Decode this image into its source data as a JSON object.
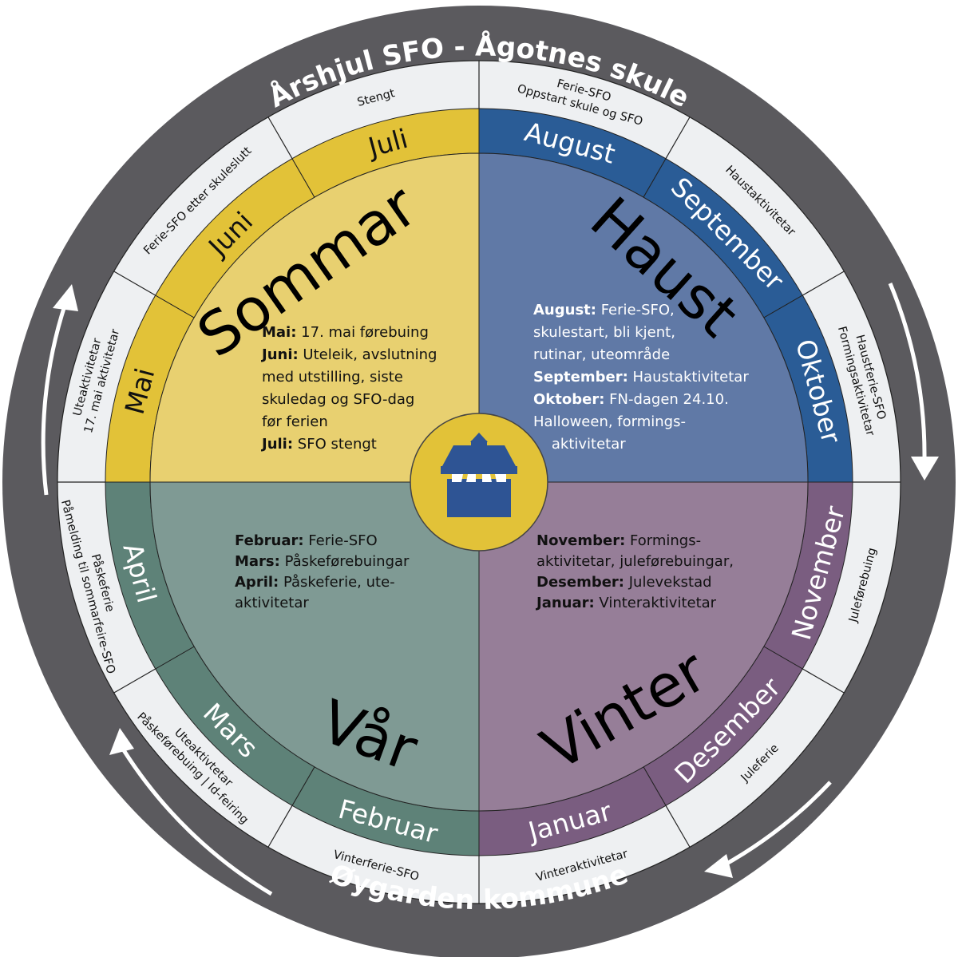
{
  "title": "Årshjul SFO - Ågotnes skule",
  "footer": "Øygarden kommune",
  "colors": {
    "ring_outer": "#5b5a5e",
    "ring_notes": "#eef0f2",
    "sommar": "#e8d070",
    "sommar_band": "#e2c238",
    "haust": "#6079a6",
    "haust_band": "#2a5c96",
    "vinter": "#967e98",
    "vinter_band": "#7a5d80",
    "var": "#7f9a94",
    "var_band": "#5e8278",
    "hub": "#e2c238",
    "hub_icon": "#2e5494"
  },
  "months": [
    {
      "id": "august",
      "label": "August",
      "start": 0,
      "end": 30,
      "band_color": "#2a5c96",
      "text_color": "#ffffff",
      "note": [
        "Ferie-SFO",
        "Oppstart skule og SFO"
      ]
    },
    {
      "id": "september",
      "label": "September",
      "start": 30,
      "end": 60,
      "band_color": "#2a5c96",
      "text_color": "#ffffff",
      "note": [
        "Haustaktivitetar"
      ]
    },
    {
      "id": "oktober",
      "label": "Oktober",
      "start": 60,
      "end": 90,
      "band_color": "#2a5c96",
      "text_color": "#ffffff",
      "note": [
        "Haustferie-SFO",
        "Formingsaktivitetar"
      ]
    },
    {
      "id": "november",
      "label": "November",
      "start": 90,
      "end": 120,
      "band_color": "#7a5d80",
      "text_color": "#ffffff",
      "note": [
        "Juleførebuing"
      ]
    },
    {
      "id": "desember",
      "label": "Desember",
      "start": 120,
      "end": 150,
      "band_color": "#7a5d80",
      "text_color": "#ffffff",
      "note": [
        "Juleferie"
      ]
    },
    {
      "id": "januar",
      "label": "Januar",
      "start": 150,
      "end": 180,
      "band_color": "#7a5d80",
      "text_color": "#ffffff",
      "note": [
        "Vinteraktivitetar"
      ]
    },
    {
      "id": "februar",
      "label": "Februar",
      "start": 180,
      "end": 210,
      "band_color": "#5e8278",
      "text_color": "#ffffff",
      "note": [
        "Vinterferie-SFO"
      ]
    },
    {
      "id": "mars",
      "label": "Mars",
      "start": 210,
      "end": 240,
      "band_color": "#5e8278",
      "text_color": "#ffffff",
      "note": [
        "Uteaktivtetar",
        "Påskeførebuing | Id-feiring"
      ]
    },
    {
      "id": "april",
      "label": "April",
      "start": 240,
      "end": 270,
      "band_color": "#5e8278",
      "text_color": "#ffffff",
      "note": [
        "Påskeferie",
        "Påmelding til sommarfeire-SFO"
      ]
    },
    {
      "id": "mai",
      "label": "Mai",
      "start": 270,
      "end": 300,
      "band_color": "#e2c238",
      "text_color": "#111111",
      "note": [
        "Uteaktivitetar",
        "17. mai aktivitetar"
      ]
    },
    {
      "id": "juni",
      "label": "Juni",
      "start": 300,
      "end": 330,
      "band_color": "#e2c238",
      "text_color": "#111111",
      "note": [
        "Ferie-SFO etter skuleslutt"
      ]
    },
    {
      "id": "juli",
      "label": "Juli",
      "start": 330,
      "end": 360,
      "band_color": "#e2c238",
      "text_color": "#111111",
      "note": [
        "Stengt"
      ]
    }
  ],
  "seasons": {
    "sommar": {
      "label": "Sommar",
      "lines": [
        [
          {
            "b": "Mai:"
          },
          {
            "t": " 17. mai førebuing"
          }
        ],
        [
          {
            "b": "Juni:"
          },
          {
            "t": " Uteleik, avslutning"
          }
        ],
        [
          {
            "t": "med utstilling, siste"
          }
        ],
        [
          {
            "t": "skuledag og SFO-dag"
          }
        ],
        [
          {
            "t": "før ferien"
          }
        ],
        [
          {
            "b": "Juli:"
          },
          {
            "t": " SFO stengt"
          }
        ]
      ]
    },
    "haust": {
      "label": "Haust",
      "lines": [
        [
          {
            "b": "August:"
          },
          {
            "t": " Ferie-SFO,"
          }
        ],
        [
          {
            "t": "skulestart, bli kjent,"
          }
        ],
        [
          {
            "t": "rutinar, uteområde"
          }
        ],
        [
          {
            "b": "September:"
          },
          {
            "t": " Haustaktivitetar"
          }
        ],
        [
          {
            "b": "Oktober:"
          },
          {
            "t": " FN-dagen 24.10."
          }
        ],
        [
          {
            "t": "Halloween, formings-"
          }
        ],
        [
          {
            "t": "    aktivitetar"
          }
        ]
      ]
    },
    "var": {
      "label": "Vår",
      "lines": [
        [
          {
            "b": "Februar:"
          },
          {
            "t": " Ferie-SFO"
          }
        ],
        [
          {
            "b": "Mars:"
          },
          {
            "t": " Påskeførebuingar"
          }
        ],
        [
          {
            "b": "April:"
          },
          {
            "t": " Påskeferie, ute-"
          }
        ],
        [
          {
            "t": "aktivitetar"
          }
        ]
      ]
    },
    "vinter": {
      "label": "Vinter",
      "lines": [
        [
          {
            "b": "November:"
          },
          {
            "t": " Formings-"
          }
        ],
        [
          {
            "t": "aktivitetar, juleførebuingar,"
          }
        ],
        [
          {
            "b": "Desember:"
          },
          {
            "t": " Julevekstad"
          }
        ],
        [
          {
            "b": "Januar:"
          },
          {
            "t": " Vinteraktivitetar"
          }
        ]
      ]
    }
  },
  "hub": {
    "icon": "school-building-icon"
  }
}
